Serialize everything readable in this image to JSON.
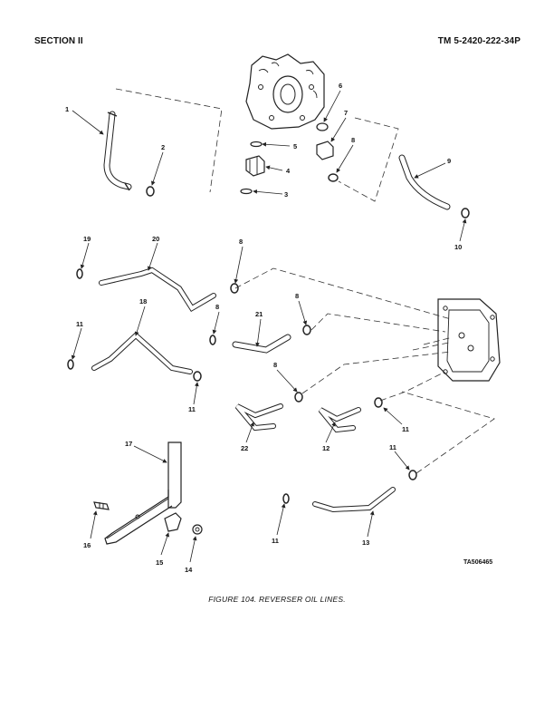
{
  "header": {
    "section": "SECTION II",
    "manual_number": "TM 5-2420-222-34P"
  },
  "figure": {
    "caption": "FIGURE 104.  REVERSER OIL LINES.",
    "drawing_number": "TA506465",
    "callouts": [
      "1",
      "2",
      "3",
      "4",
      "5",
      "6",
      "7",
      "8",
      "9",
      "10",
      "11",
      "12",
      "13",
      "14",
      "15",
      "16",
      "17",
      "18",
      "19",
      "20",
      "21",
      "22"
    ]
  }
}
